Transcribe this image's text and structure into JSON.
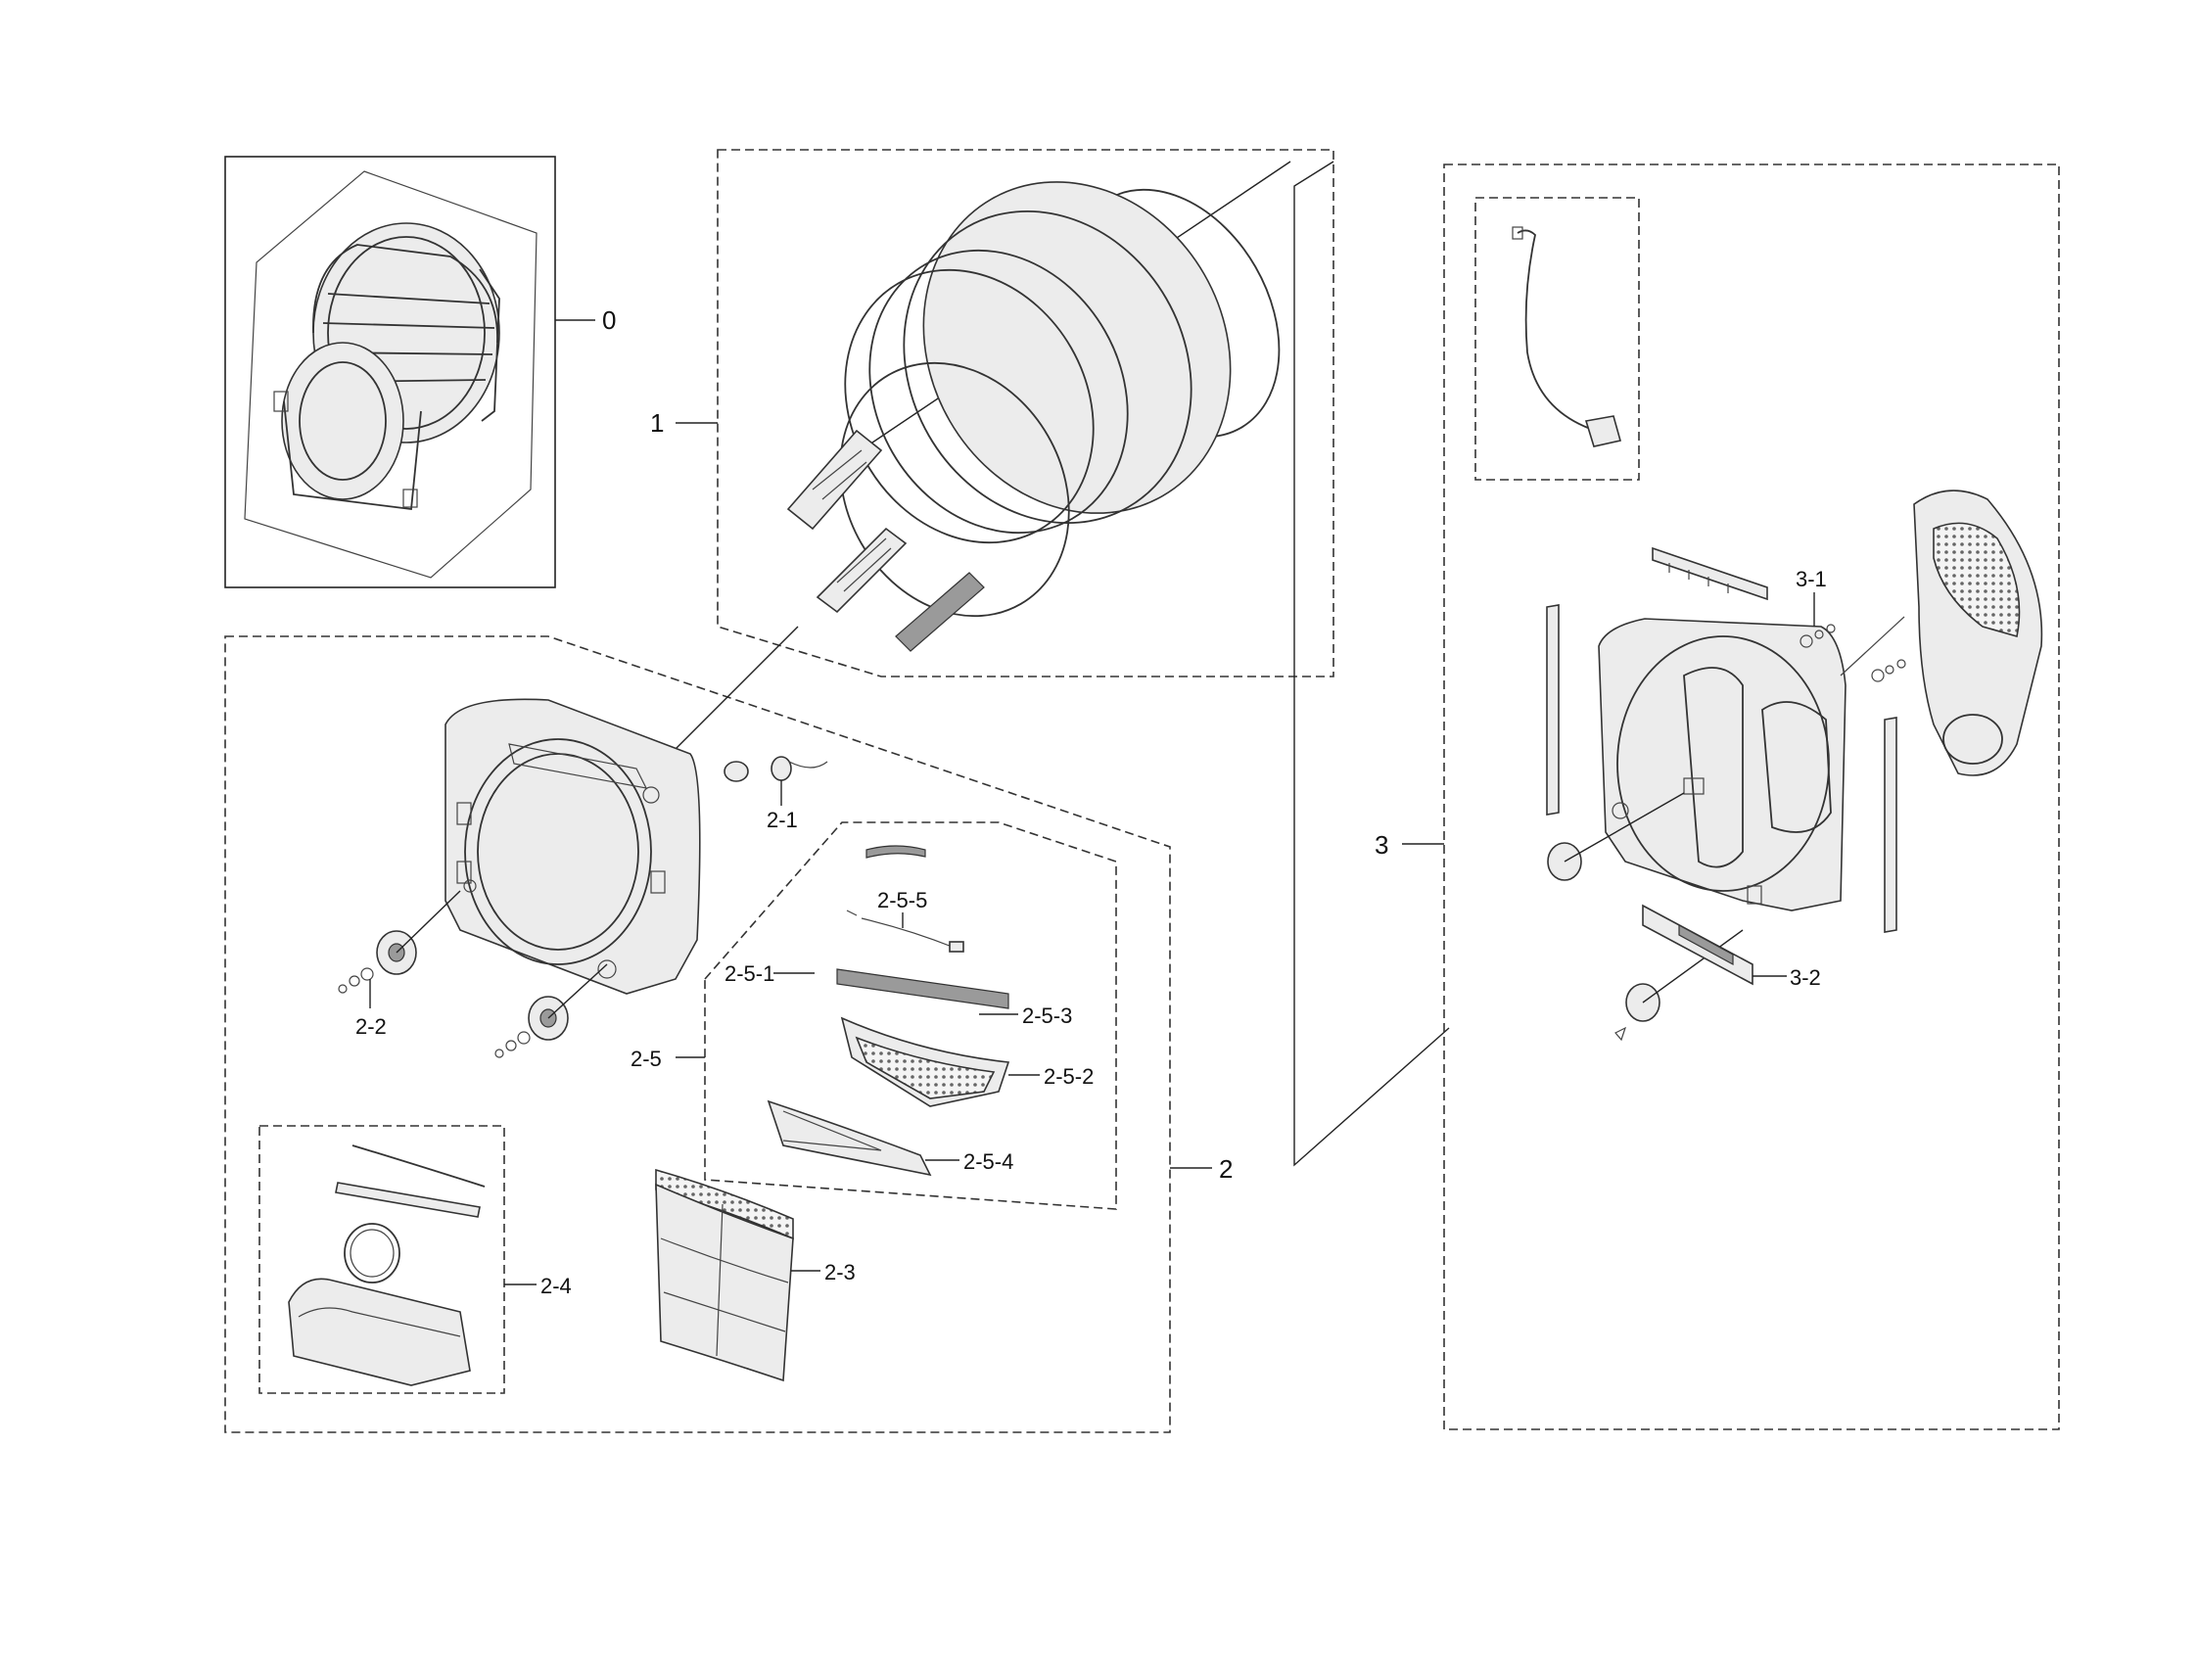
{
  "diagram": {
    "callouts": {
      "c0": "0",
      "c1": "1",
      "c2": "2",
      "c2_1": "2-1",
      "c2_2": "2-2",
      "c2_3": "2-3",
      "c2_4": "2-4",
      "c2_5": "2-5",
      "c2_5_1": "2-5-1",
      "c2_5_2": "2-5-2",
      "c2_5_3": "2-5-3",
      "c2_5_4": "2-5-4",
      "c2_5_5": "2-5-5",
      "c3": "3",
      "c3_1": "3-1",
      "c3_2": "3-2"
    },
    "line_color": "#333333",
    "background": "#ffffff"
  }
}
